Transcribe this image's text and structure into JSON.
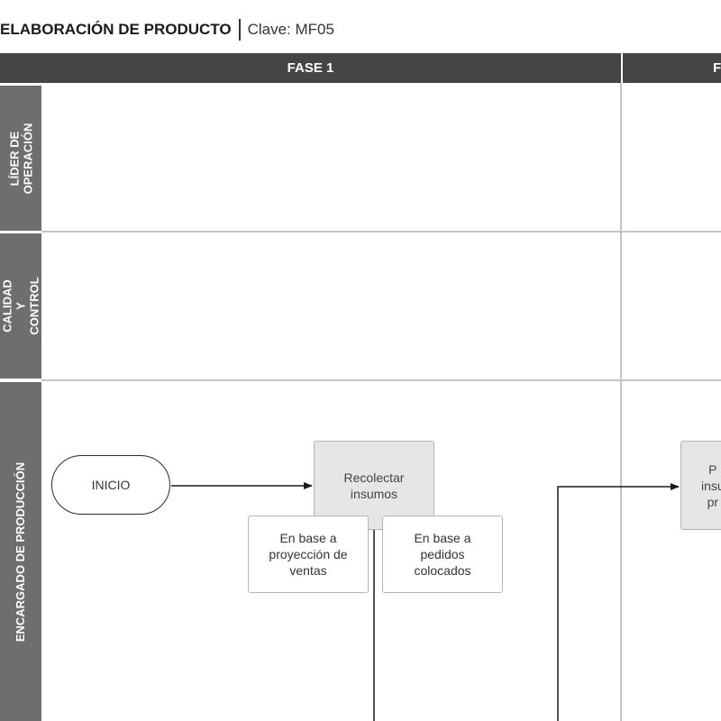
{
  "header": {
    "title": "ELABORACIÓN DE PRODUCTO",
    "code": "Clave: MF05"
  },
  "phases": [
    "FASE 1",
    "F"
  ],
  "lanes": [
    "LÍDER DE OPERACIÓN",
    "CALIDAD Y CONTROL",
    "ENCARGADO DE PRODUCCIÓN"
  ],
  "shapes": {
    "start": "INICIO",
    "recolectar": "Recolectar insumos",
    "proyeccion": "En base a proyección de ventas",
    "pedidos": "En base a pedidos colocados",
    "next_process": "P\ninsu\npr"
  }
}
